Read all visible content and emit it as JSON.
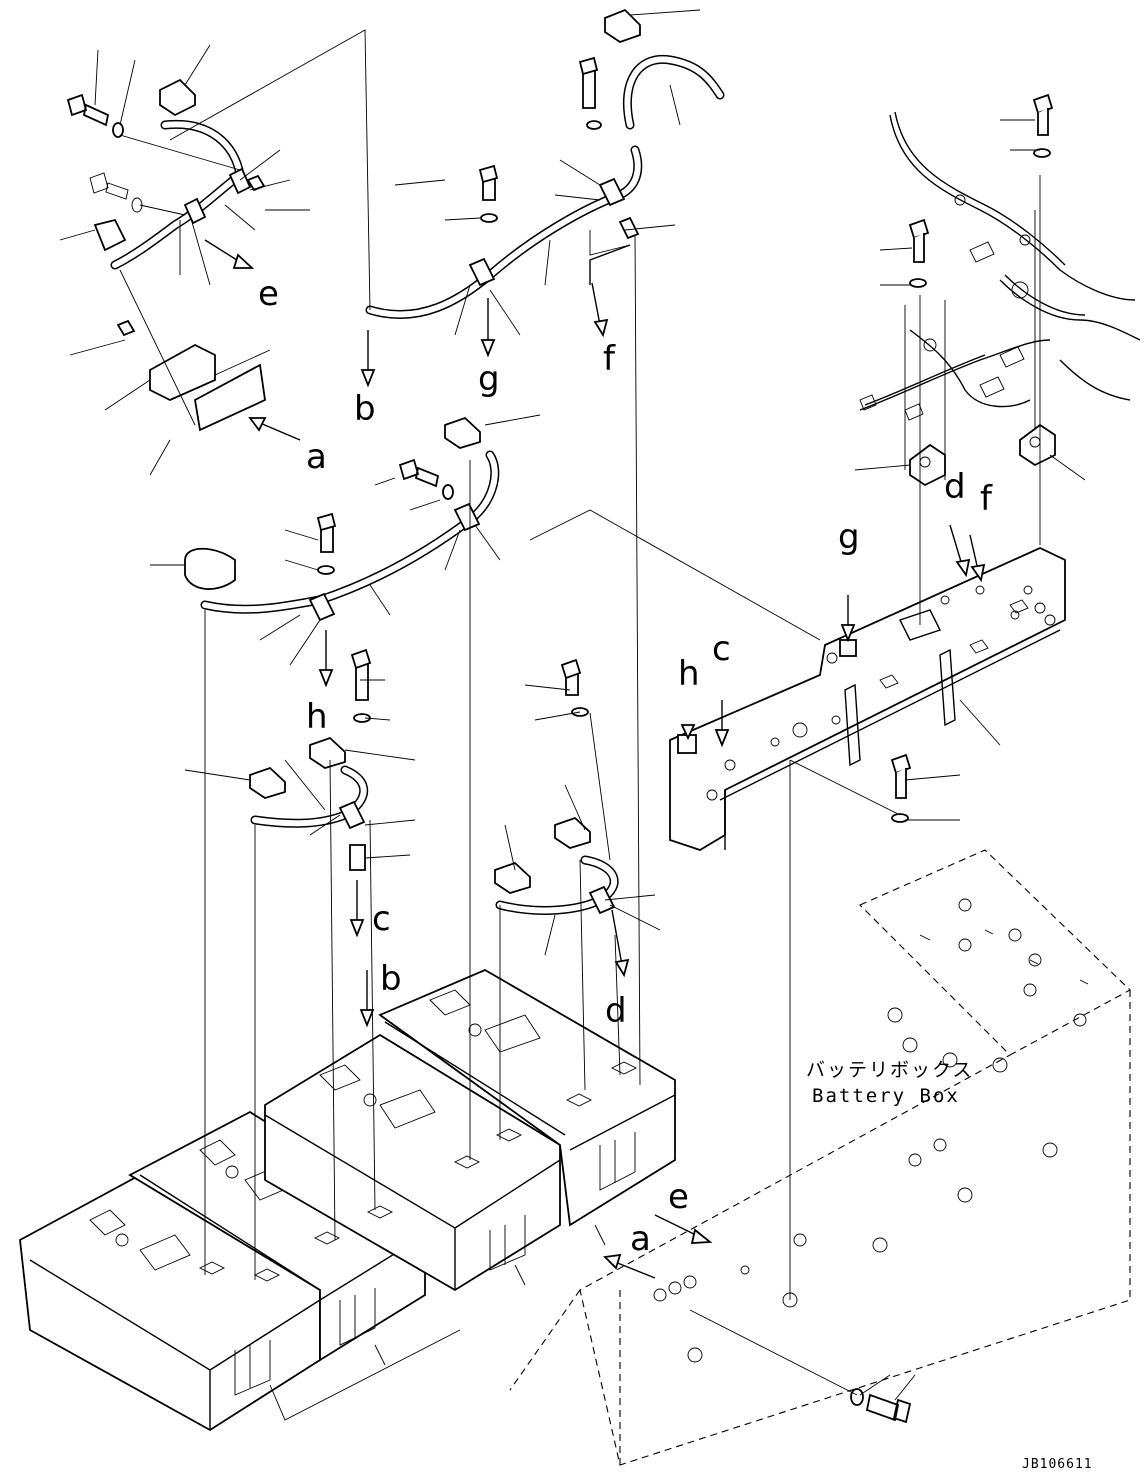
{
  "labels": {
    "a1": "a",
    "a2": "a",
    "b1": "b",
    "b2": "b",
    "c1": "c",
    "c2": "c",
    "d1": "d",
    "d2": "d",
    "e1": "e",
    "e2": "e",
    "f1": "f",
    "f2": "f",
    "g1": "g",
    "g2": "g",
    "h1": "h",
    "h2": "h"
  },
  "battery_box": {
    "label_jp": "バッテリボックス",
    "label_en": "Battery Box"
  },
  "drawing_code": "JB106611"
}
